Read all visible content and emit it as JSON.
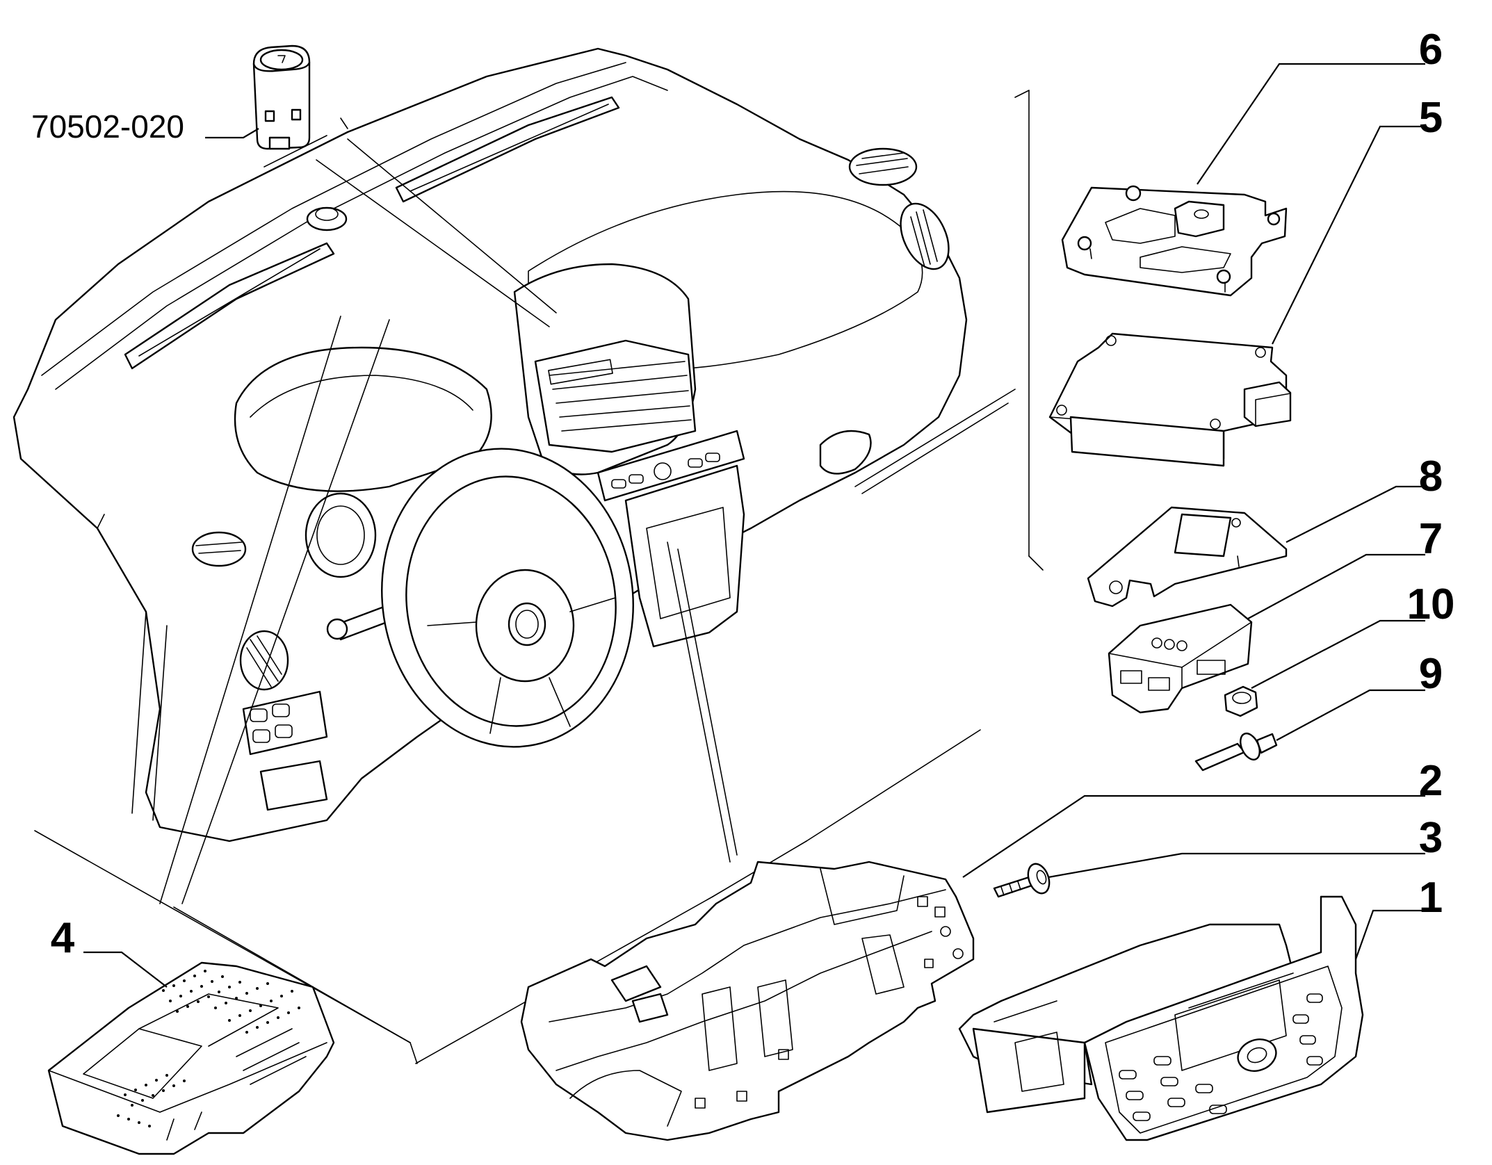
{
  "diagram": {
    "part_number_label": "70502-020",
    "callouts": [
      "1",
      "2",
      "3",
      "4",
      "5",
      "6",
      "7",
      "8",
      "9",
      "10"
    ]
  }
}
